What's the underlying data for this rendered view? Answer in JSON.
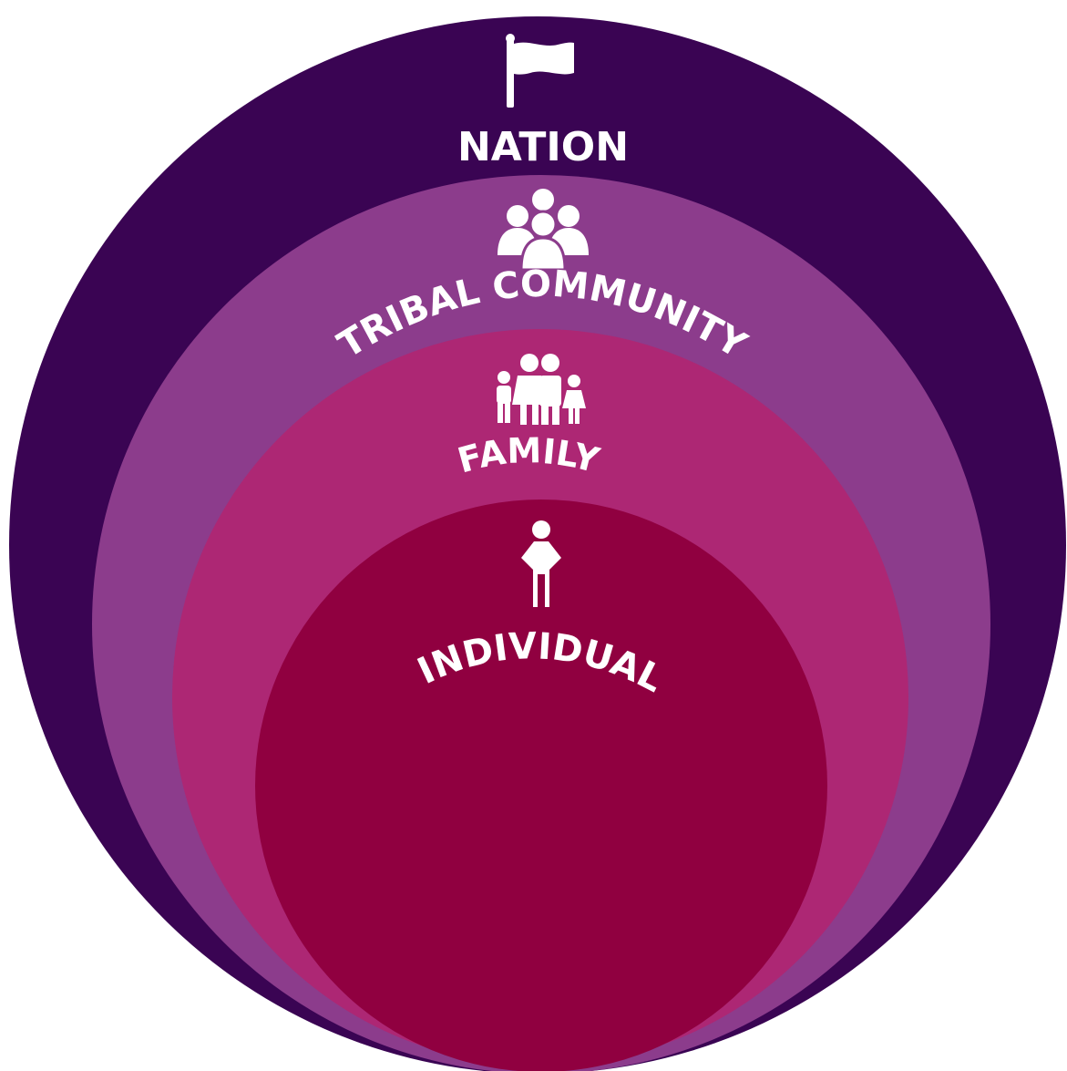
{
  "diagram": {
    "rings": [
      {
        "id": "nation",
        "label": "NATION",
        "icon": "flag-icon",
        "color": "#3a0453"
      },
      {
        "id": "tribal-community",
        "label": "TRIBAL COMMUNITY",
        "icon": "group-icon",
        "color": "#8c3c8c"
      },
      {
        "id": "family",
        "label": "FAMILY",
        "icon": "family-icon",
        "color": "#ad2774"
      },
      {
        "id": "individual",
        "label": "INDIVIDUAL",
        "icon": "person-icon",
        "color": "#900040"
      }
    ],
    "label_color": "#ffffff"
  }
}
